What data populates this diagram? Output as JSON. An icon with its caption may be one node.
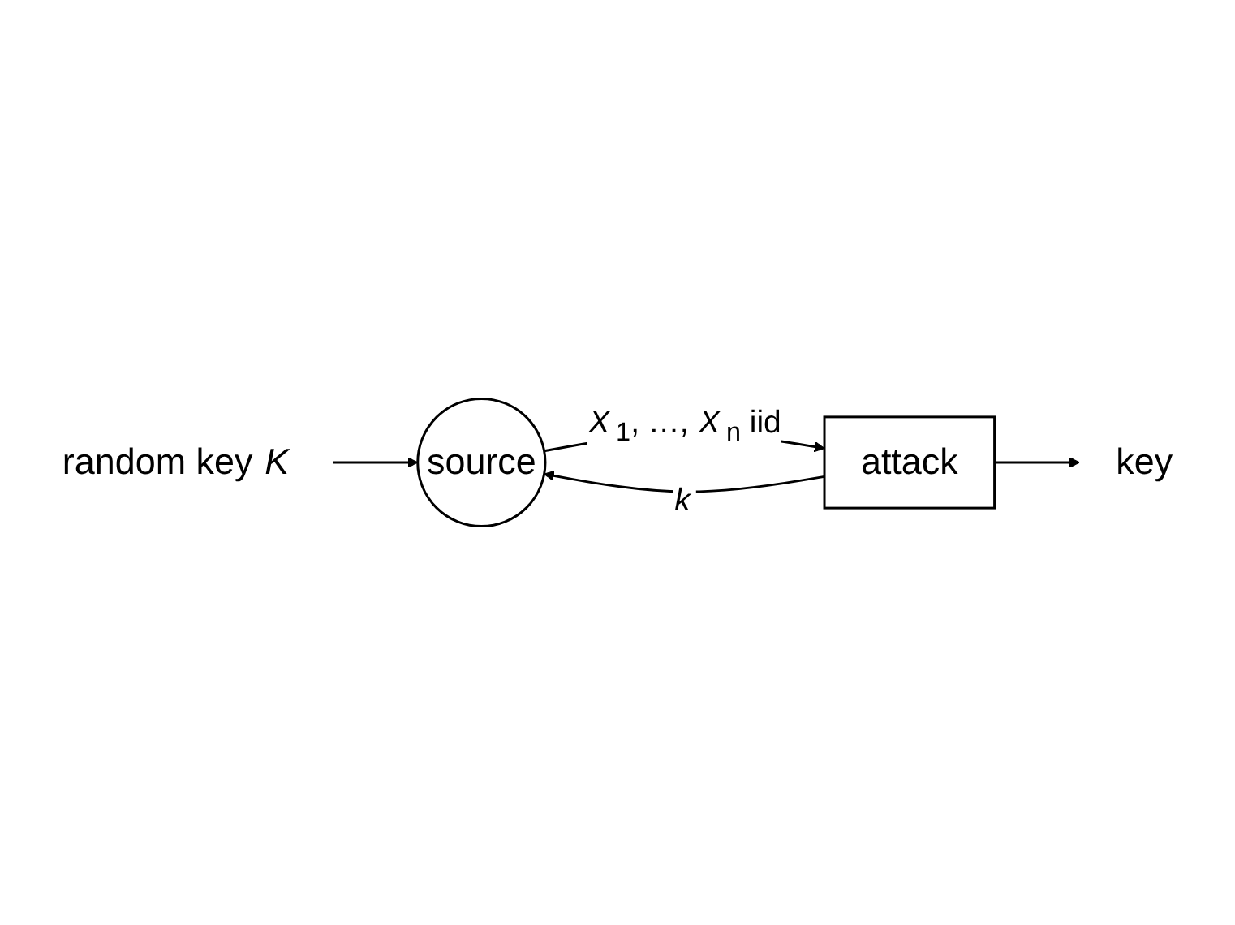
{
  "diagram": {
    "nodes": [
      {
        "text": [
          "random key *K*"
        ]
      },
      {
        "text": [
          "source"
        ]
      },
      {
        "text": [
          "attack"
        ]
      },
      {
        "text": [
          "key"
        ]
      }
    ],
    "edges": [
      {
        "from": 0,
        "to": 1,
        "arrow": "to"
      },
      {
        "from": 1,
        "to": 2,
        "arrow": "to",
        "label": "*X*$_{1}$, …, *X*$_{n}$ iid"
      },
      {
        "from": 2,
        "to": 1,
        "arrow": "to",
        "label": "*k*"
      },
      {
        "from": 2,
        "to": 3,
        "arrow": "to"
      }
    ]
  }
}
